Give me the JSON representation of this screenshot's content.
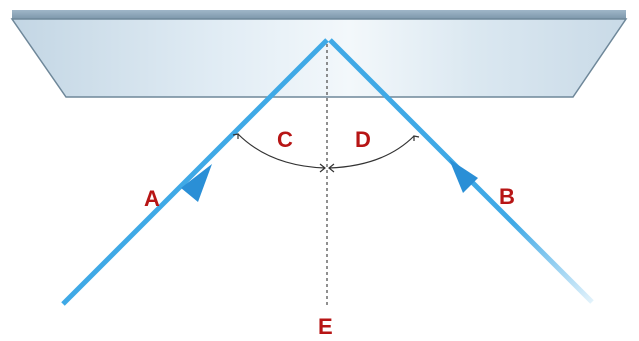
{
  "labels": {
    "a": "A",
    "b": "B",
    "c": "C",
    "d": "D",
    "e": "E"
  },
  "colors": {
    "ray": "#3fa9e6",
    "label": "#b71515",
    "mirror_top": "#8fa7bb",
    "mirror_face": "#d4e3ee",
    "mirror_edge": "#6e8799",
    "normal_line": "#555555",
    "angle_arc": "#333333"
  }
}
